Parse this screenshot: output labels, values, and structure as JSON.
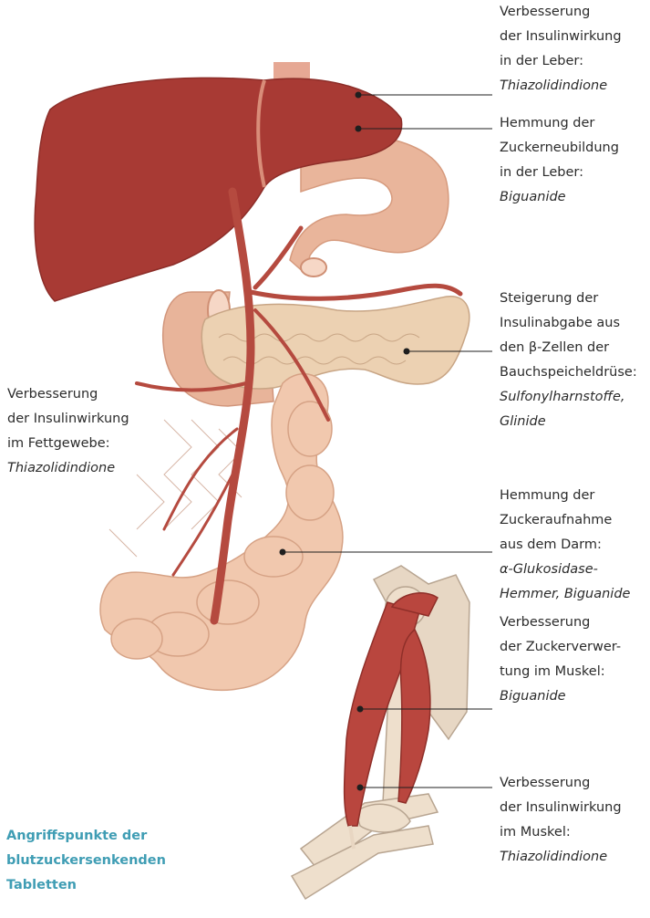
{
  "labels": {
    "liver_insulin": [
      "Verbesserung",
      "der Insulinwirkung",
      "in der Leber:",
      "Thiazolidindione"
    ],
    "liver_glucose": [
      "Hemmung der",
      "Zuckerneubildung",
      "in der Leber:",
      "Biguanide"
    ],
    "pancreas": [
      "Steigerung der",
      "Insulinabgabe aus",
      "den β-Zellen der",
      "Bauchspeicheldrüse:",
      "Sulfonylharnstoffe,",
      "Glinide"
    ],
    "fat": [
      "Verbesserung",
      "der Insulinwirkung",
      "im Fettgewebe:",
      "Thiazolidindione"
    ],
    "intestine": [
      "Hemmung der",
      "Zuckeraufnahme",
      "aus dem Darm:",
      "α-Glukosidase-",
      "Hemmer, Biguanide"
    ],
    "muscle_sugar": [
      "Verbesserung",
      "der Zuckerverwer-",
      "tung im Muskel:",
      "Biguanide"
    ],
    "muscle_insulin": [
      "Verbesserung",
      "der Insulinwirkung",
      "im Muskel:",
      "Thiazolidindione"
    ]
  },
  "caption": [
    "Angriffspunkte der",
    "blutzuckersenkenden",
    "Tabletten"
  ],
  "colors": {
    "caption": "#3f9db4",
    "liver": "#a83a34",
    "stomach": "#e9b59b",
    "pancreas": "#ecd1b2",
    "intestine": "#f1c8ae",
    "muscle": "#b9463e",
    "bone": "#eedfcc"
  }
}
